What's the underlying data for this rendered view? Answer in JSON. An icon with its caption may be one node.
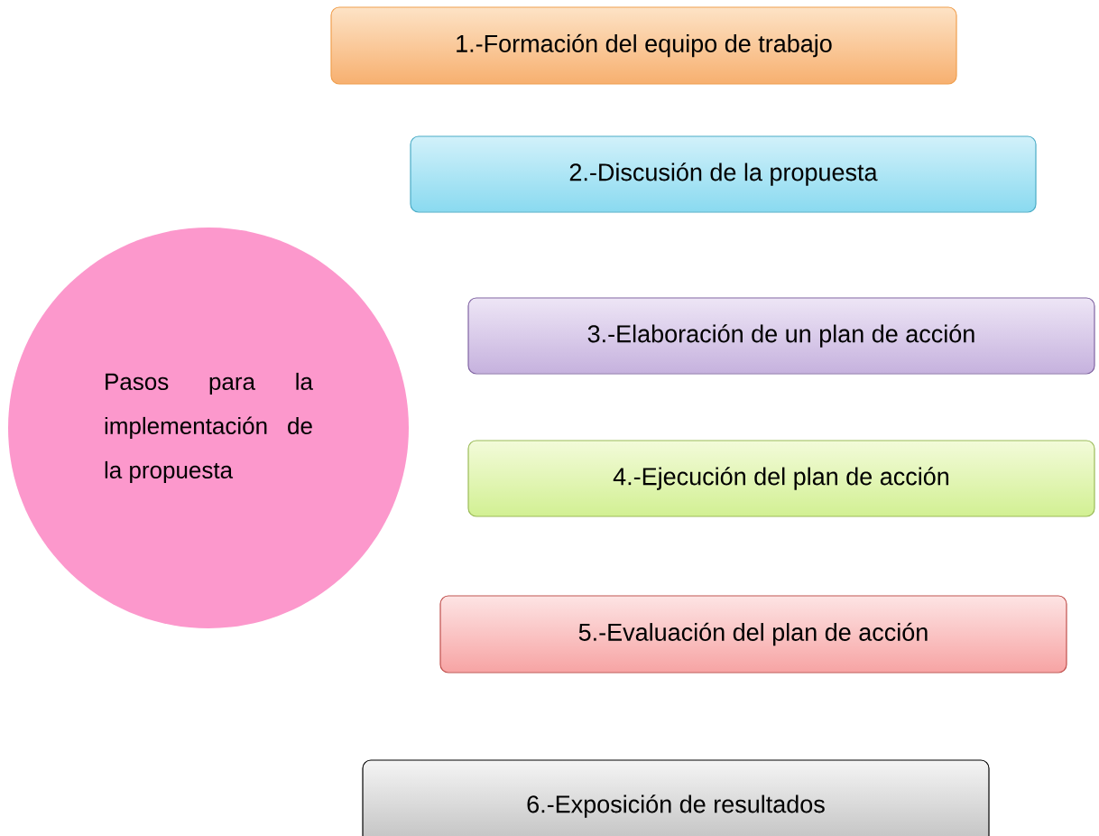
{
  "diagram": {
    "nodes": [
      {
        "text": [
          "Pasos para la implementación de la propuesta"
        ]
      },
      {
        "text": [
          "1.-Formación del equipo de trabajo"
        ]
      },
      {
        "text": [
          "2.-Discusión de la propuesta"
        ]
      },
      {
        "text": [
          "3.-Elaboración de un plan de acción"
        ]
      },
      {
        "text": [
          "4.-Ejecución del plan de acción"
        ]
      },
      {
        "text": [
          "5.-Evaluación del plan de acción"
        ]
      },
      {
        "text": [
          "6.-Exposición de resultados"
        ]
      }
    ]
  }
}
